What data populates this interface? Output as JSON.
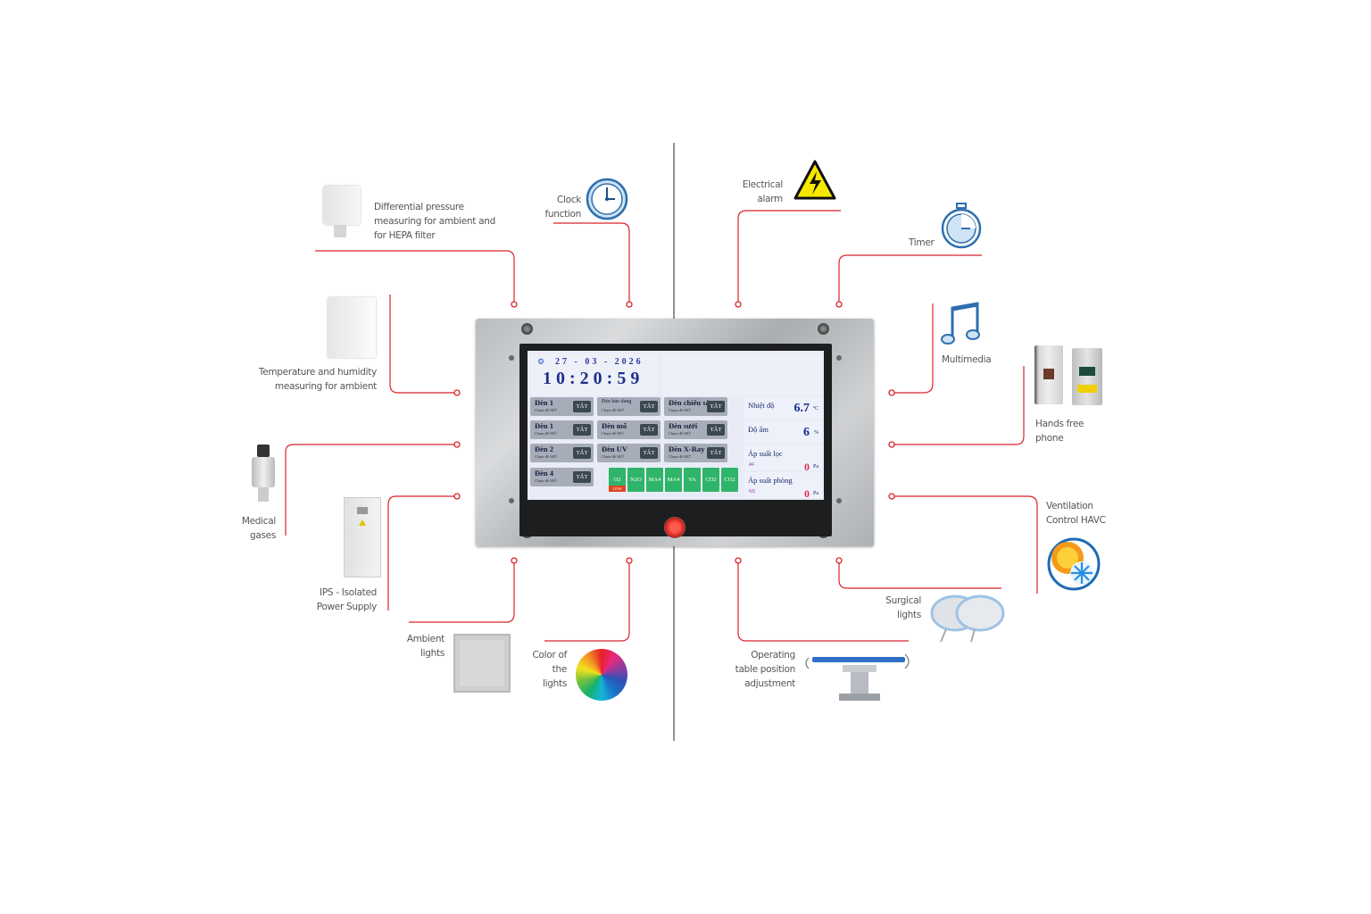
{
  "diagram": {
    "accent_line_color": "#d8232a",
    "center_line_color": "#555555",
    "features_left": [
      {
        "id": "diff-pressure",
        "label": "Differential pressure measuring for ambient and for HEPA filter",
        "icon": "pressure-sensor-icon"
      },
      {
        "id": "temp-humidity",
        "label": "Temperature and humidity measuring for ambient",
        "icon": "temp-humidity-sensor-icon"
      },
      {
        "id": "medical-gases",
        "label": "Medical gases",
        "icon": "gas-sensor-icon"
      },
      {
        "id": "ips",
        "label": "IPS - Isolated Power Supply",
        "icon": "power-cabinet-icon"
      },
      {
        "id": "ambient-lights",
        "label": "Ambient lights",
        "icon": "ceiling-light-icon"
      },
      {
        "id": "color-lights",
        "label": "Color of the lights",
        "icon": "color-wheel-icon"
      },
      {
        "id": "clock",
        "label": "Clock function",
        "icon": "clock-icon"
      }
    ],
    "features_right": [
      {
        "id": "electrical-alarm",
        "label": "Electrical alarm",
        "icon": "high-voltage-warning-icon"
      },
      {
        "id": "timer",
        "label": "Timer",
        "icon": "stopwatch-icon"
      },
      {
        "id": "multimedia",
        "label": "Multimedia",
        "icon": "music-note-icon"
      },
      {
        "id": "hands-free-phone",
        "label": "Hands free phone",
        "icon": "intercom-icon"
      },
      {
        "id": "ventilation",
        "label": "Ventilation Control HAVC",
        "icon": "hvac-icon"
      },
      {
        "id": "surgical-lights",
        "label": "Surgical lights",
        "icon": "surgical-light-icon"
      },
      {
        "id": "operating-table",
        "label": "Operating table position adjustment",
        "icon": "operating-table-icon"
      }
    ]
  },
  "screen": {
    "date": "27 - 03 - 2026",
    "time": "10:20:59",
    "tiles": [
      {
        "title": "Đèn 1",
        "sub": "Chạm để MỞ",
        "btn": "TẮT"
      },
      {
        "title": "Đèn báo dang",
        "sub": "Chạm để MỞ",
        "btn": "TẮT",
        "small": true
      },
      {
        "title": "Đèn chiếu sáng",
        "sub": "Chạm để MỞ",
        "btn": "TẮT"
      },
      {
        "title": "Đèn 1",
        "sub": "Chạm để MỞ",
        "btn": "TẮT"
      },
      {
        "title": "Đèn mổ",
        "sub": "Chạm để MỞ",
        "btn": "TẮT"
      },
      {
        "title": "Đèn sưởi",
        "sub": "Chạm để MỞ",
        "btn": "TẮT"
      },
      {
        "title": "Đèn 2",
        "sub": "Chạm để MỞ",
        "btn": "TẮT"
      },
      {
        "title": "Đèn UV",
        "sub": "Chạm để MỞ",
        "btn": "TẮT"
      },
      {
        "title": "Đèn X-Ray",
        "sub": "Chạm để MỞ",
        "btn": "TẮT"
      },
      {
        "title": "Đèn 4",
        "sub": "Chạm để MỞ",
        "btn": "TẮT"
      }
    ],
    "gases": [
      "O2",
      "N2O",
      "MA4",
      "MA4",
      "VA",
      "CO2",
      "CO2"
    ],
    "gas_alert": "LOW",
    "gas_color": "#2fb56a",
    "alert_color": "#e0441f",
    "sensors": [
      {
        "name": "Nhiệt độ",
        "value": "6.7",
        "unit": "°C"
      },
      {
        "name": "Độ ẩm",
        "value": "6",
        "unit": "%"
      },
      {
        "name": "Áp suất lọc",
        "tag": "AF",
        "value": "0",
        "unit": "Pa"
      },
      {
        "name": "Áp suất phòng",
        "tag": "NS",
        "value": "0",
        "unit": "Pa"
      }
    ]
  }
}
